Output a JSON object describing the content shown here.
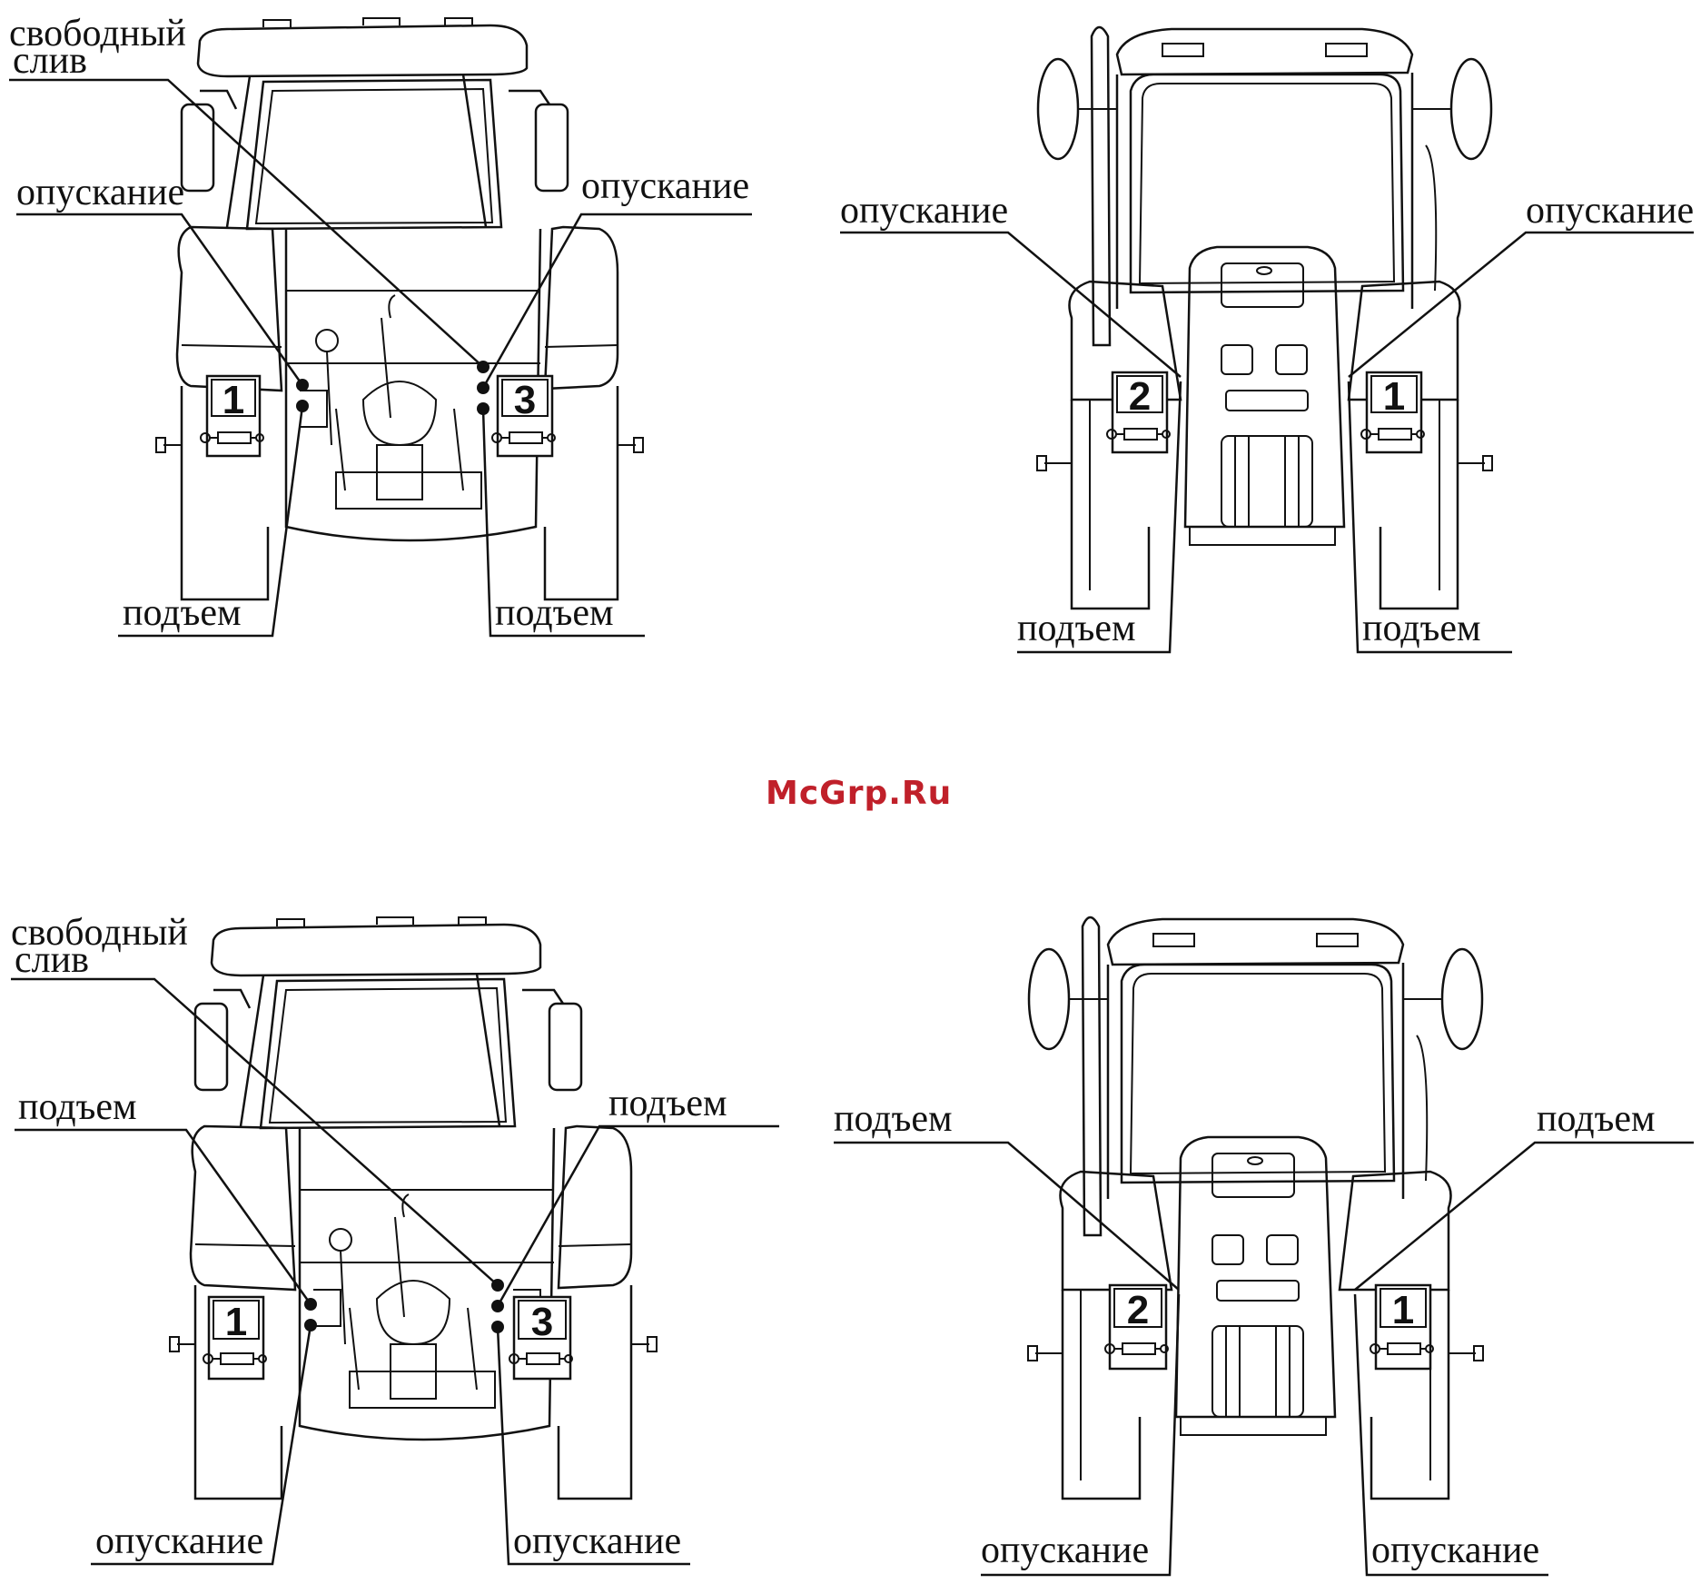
{
  "watermark": "McGrp.Ru",
  "panels": [
    {
      "id": "top-left-rear",
      "labels": {
        "free_drain": [
          "свободный",
          "слив"
        ],
        "upper_left": "опускание",
        "upper_right": "опускание",
        "lower_left": "подъем",
        "lower_right": "подъем"
      },
      "plates": [
        "1",
        "3"
      ]
    },
    {
      "id": "top-right-front",
      "labels": {
        "upper_left": "опускание",
        "upper_right": "опускание",
        "lower_left": "подъем",
        "lower_right": "подъем"
      },
      "plates": [
        "2",
        "1"
      ]
    },
    {
      "id": "bottom-left-rear",
      "labels": {
        "free_drain": [
          "свободный",
          "слив"
        ],
        "upper_left": "подъем",
        "upper_right": "подъем",
        "lower_left": "опускание",
        "lower_right": "опускание"
      },
      "plates": [
        "1",
        "3"
      ]
    },
    {
      "id": "bottom-right-front",
      "labels": {
        "upper_left": "подъем",
        "upper_right": "подъем",
        "lower_left": "опускание",
        "lower_right": "опускание"
      },
      "plates": [
        "2",
        "1"
      ]
    }
  ],
  "icons": [
    "hydraulic-cylinder-icon",
    "tractor-rear-view-icon",
    "tractor-front-view-icon"
  ]
}
